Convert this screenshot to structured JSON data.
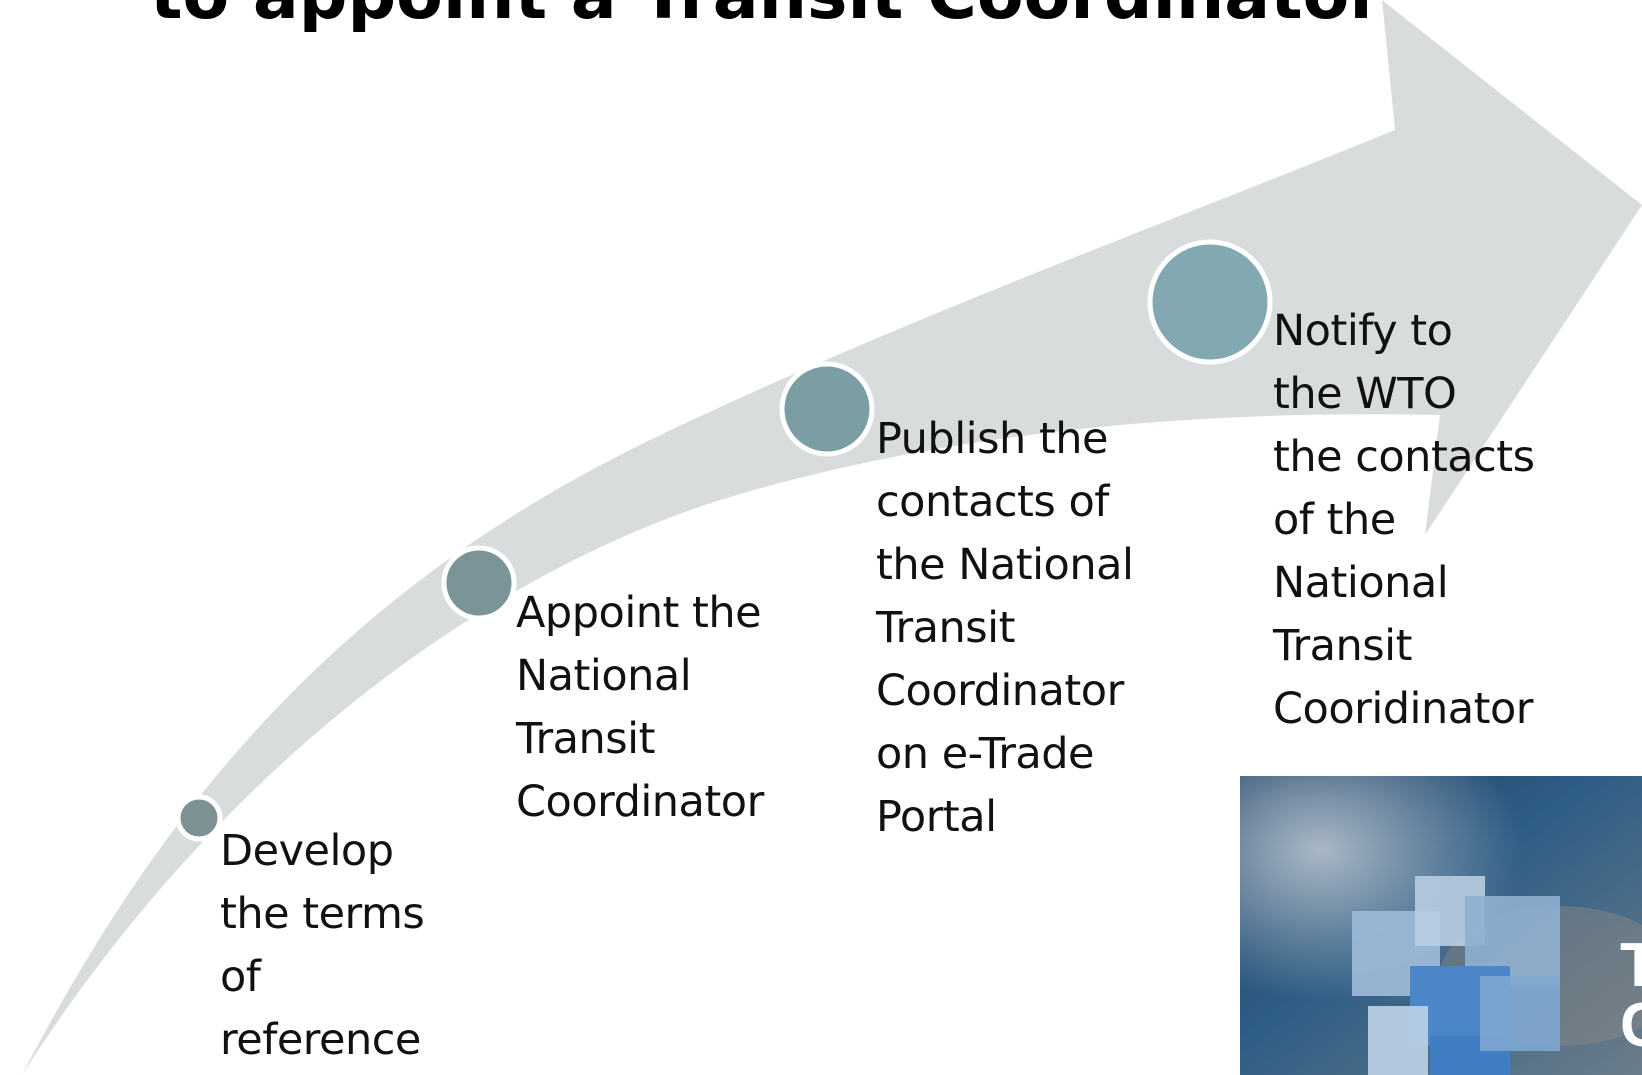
{
  "slide": {
    "title": "to appoint a Transit Coordinator"
  },
  "steps": [
    {
      "label": "Develop\nthe terms\nof\nreference"
    },
    {
      "label": "Appoint the\nNational\nTransit\nCoordinator"
    },
    {
      "label": "Publish the\ncontacts of\nthe National\nTransit\nCoordinator\non e-Trade\nPortal"
    },
    {
      "label": "Notify to\nthe WTO\nthe contacts\nof the\nNational\nTransit\nCooridinator"
    }
  ],
  "photo": {
    "caption": "T\nC"
  },
  "colors": {
    "arrow": "#d9dcdd",
    "step1_dot": "#7d9192",
    "step2_dot": "#7a9497",
    "step3_dot": "#7b9ea4",
    "step4_dot": "#82a9b2",
    "dot_ring": "#ffffff"
  }
}
